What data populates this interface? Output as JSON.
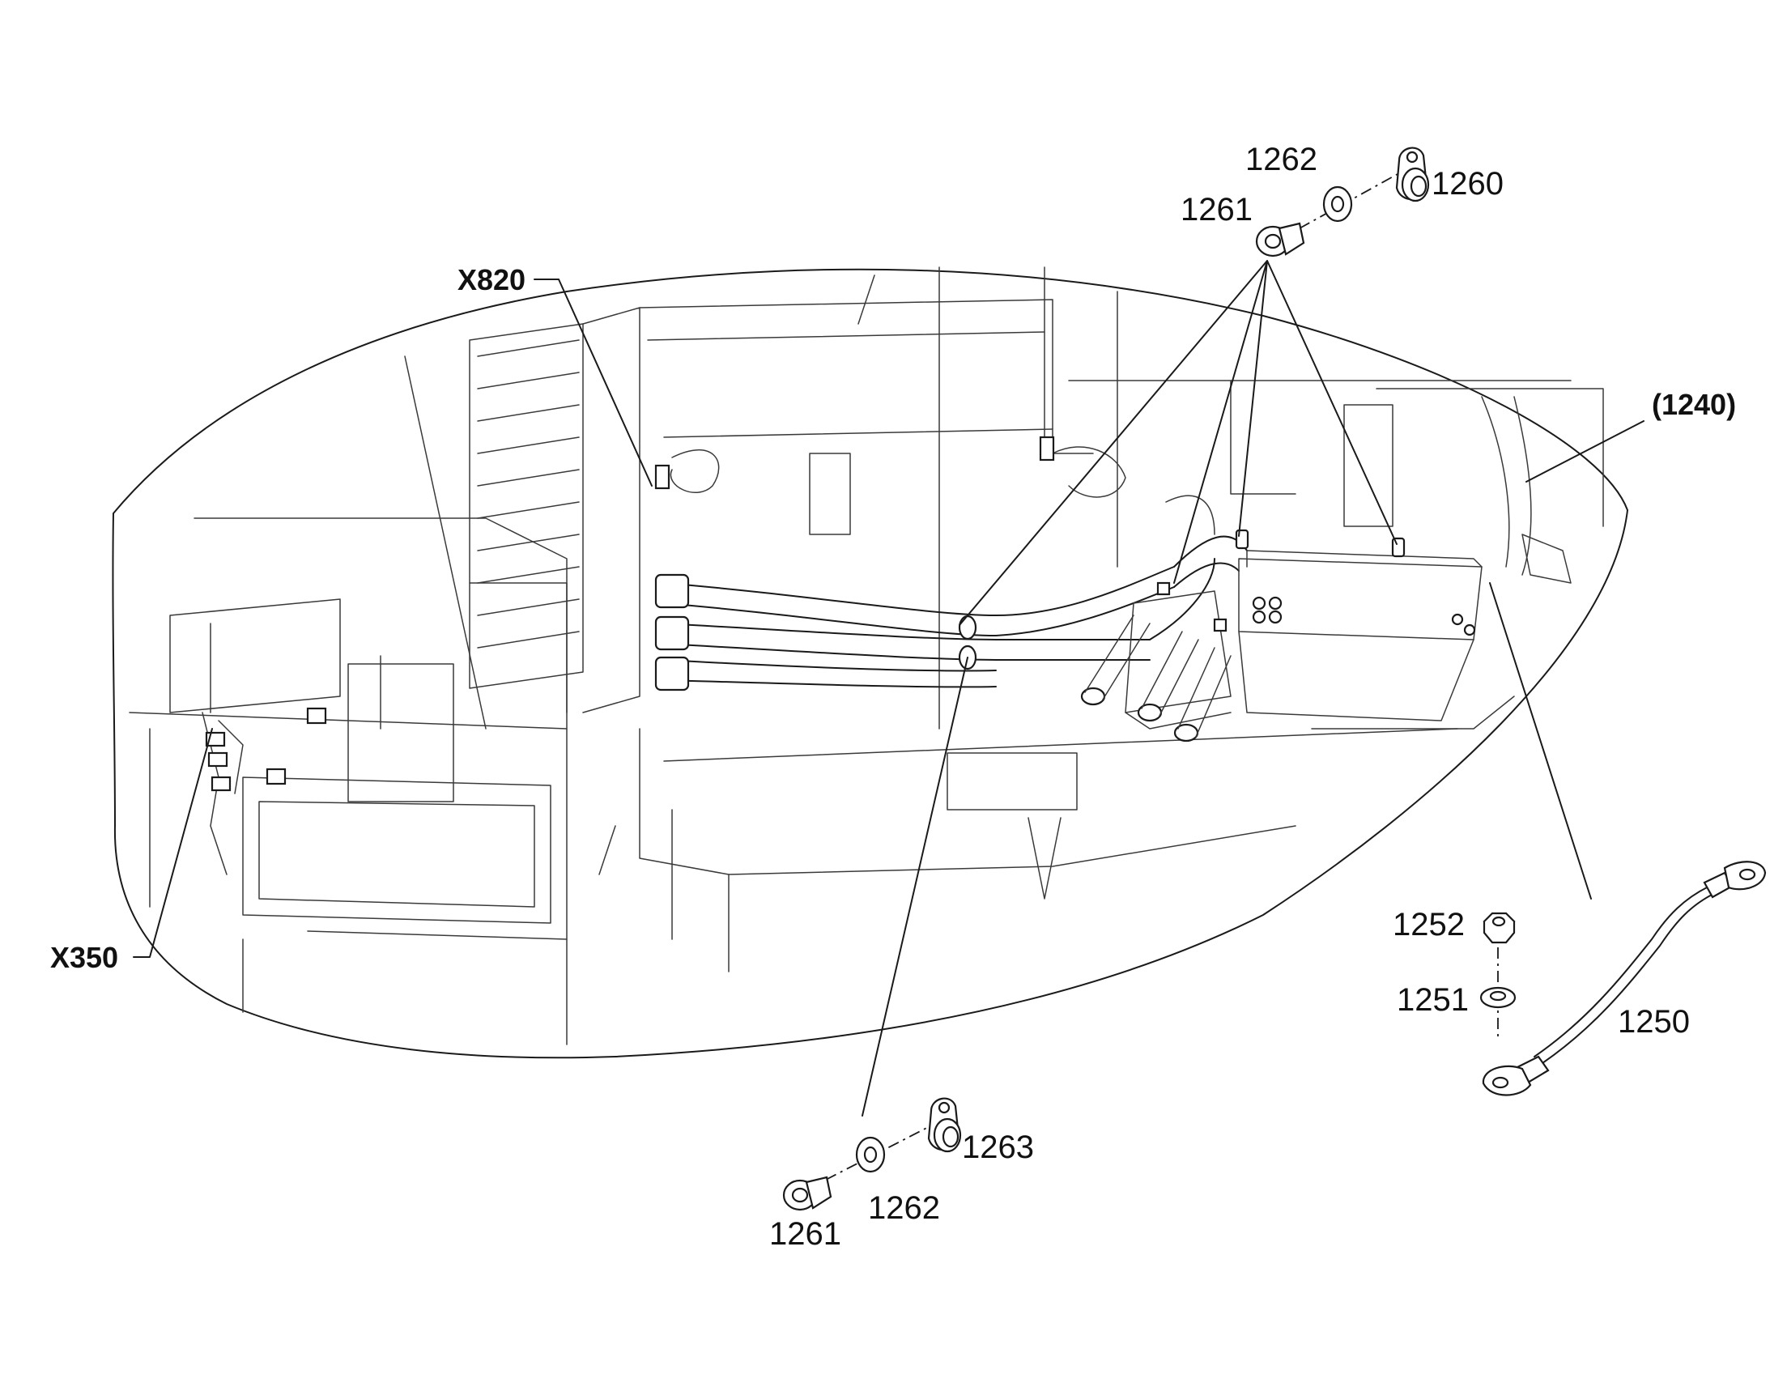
{
  "callouts": {
    "x820": "X820",
    "x350": "X350",
    "assembly_1240": "(1240)",
    "top_1262": "1262",
    "top_1260": "1260",
    "top_1261": "1261",
    "bot_1263": "1263",
    "bot_1262": "1262",
    "bot_1261": "1261",
    "p1252": "1252",
    "p1251": "1251",
    "p1250": "1250"
  },
  "colors": {
    "line": "#1a1a1a",
    "background": "#ffffff"
  }
}
